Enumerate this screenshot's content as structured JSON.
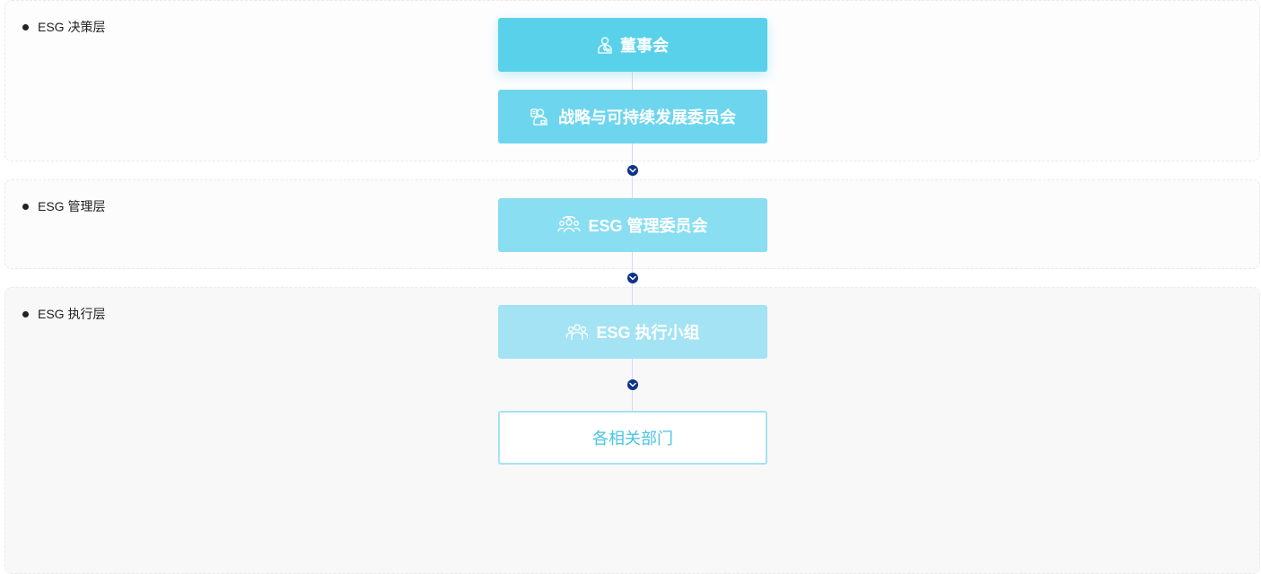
{
  "layers": {
    "decision": {
      "label": "ESG 决策层"
    },
    "management": {
      "label": "ESG 管理层"
    },
    "execution": {
      "label": "ESG 执行层"
    }
  },
  "nodes": {
    "board": {
      "label": "董事会",
      "icon": "board-member-icon"
    },
    "strategy": {
      "label": "战略与可持续发展委员会",
      "icon": "committee-icon"
    },
    "management": {
      "label": "ESG 管理委员会",
      "icon": "team-network-icon"
    },
    "execution": {
      "label": "ESG 执行小组",
      "icon": "group-icon"
    },
    "departments": {
      "label": "各相关部门"
    }
  },
  "colors": {
    "node_board": "#5ad1ea",
    "node_strategy": "#6dd6ee",
    "node_management": "#89def2",
    "node_execution": "#a3e3f4",
    "department_border": "#a5e2f2",
    "department_text": "#4cc4e3",
    "chevron": "#0f3289",
    "connector": "#d3dcea"
  }
}
